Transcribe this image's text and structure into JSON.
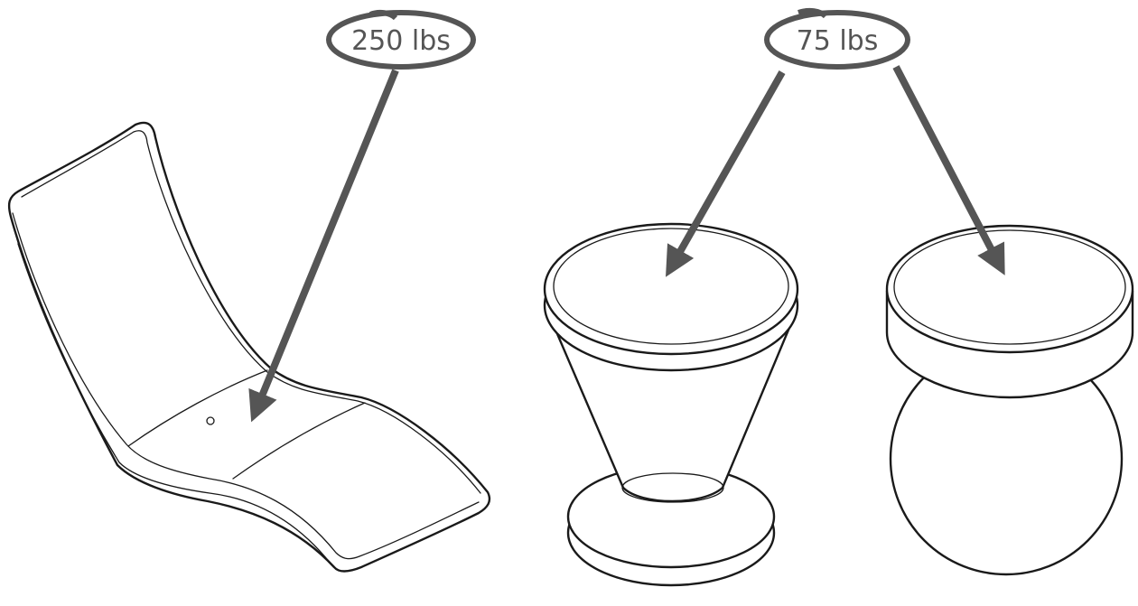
{
  "colors": {
    "callout": "#555555",
    "line": "#1a1a1a",
    "background": "#ffffff"
  },
  "callouts": {
    "lounger": {
      "text": "250 lbs",
      "weight_lbs": 250
    },
    "stools": {
      "text": "75 lbs",
      "weight_lbs": 75
    }
  },
  "items": [
    "chaise-lounge",
    "cone-stool",
    "ball-stool"
  ]
}
